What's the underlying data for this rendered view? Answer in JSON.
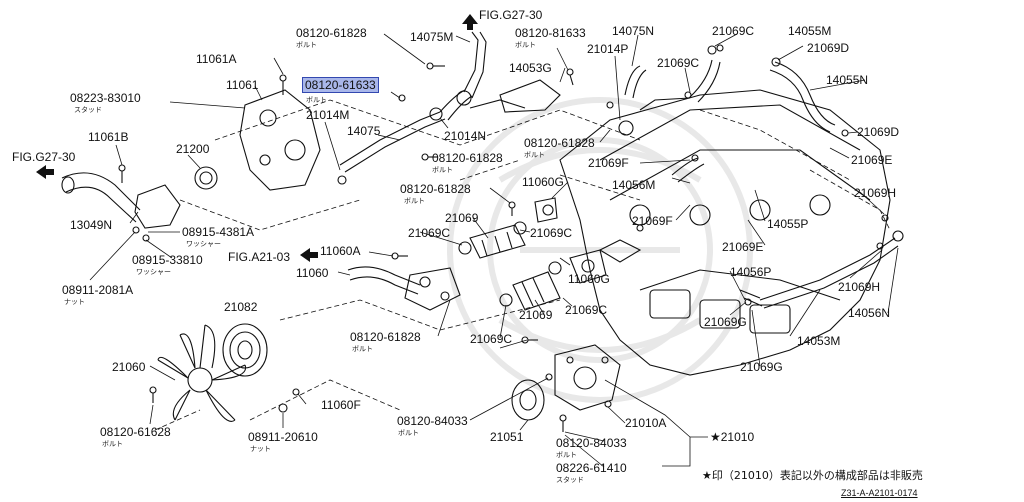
{
  "colors": {
    "line": "#111111",
    "highlight_fill": "#a9b7ea",
    "highlight_border": "#3348b0",
    "background": "#ffffff"
  },
  "labels": {
    "fig_g27_top": "FIG.G27-30",
    "fig_g27_left": "FIG.G27-30",
    "fig_a21": "FIG.A21-03",
    "p08120_61828_top": "08120-61828",
    "p08120_61828_top_sub": "ボルト",
    "p14075m": "14075M",
    "p08120_81633": "08120-81633",
    "p08120_81633_sub": "ボルト",
    "p14075n": "14075N",
    "p21069c_top": "21069C",
    "p14055m": "14055M",
    "p21069d": "21069D",
    "p11061a": "11061A",
    "p08120_61633": "08120-61633",
    "p08120_61633_sub": "ボルト",
    "p14053g": "14053G",
    "p21014p": "21014P",
    "p21069c_b": "21069C",
    "p14055n": "14055N",
    "p08223_83010": "08223-83010",
    "p08223_83010_sub": "スタッド",
    "p11061": "11061",
    "p21014m": "21014M",
    "p14075": "14075",
    "p21014n": "21014N",
    "p08120_61828_a": "08120-61828",
    "p08120_61828_a_sub": "ボルト",
    "p08120_61828_b": "08120-61828",
    "p08120_61828_b_sub": "ボルト",
    "p21069d_r": "21069D",
    "p11061b": "11061B",
    "p21200": "21200",
    "p21069f_a": "21069F",
    "p21069e_a": "21069E",
    "p14056m": "14056M",
    "p08120_61828_c": "08120-61828",
    "p08120_61828_c_sub": "ボルト",
    "p11060g_a": "11060G",
    "p21069h_a": "21069H",
    "p13049n": "13049N",
    "p21069_a": "21069",
    "p21069f_b": "21069F",
    "p14055p": "14055P",
    "p08915_4381a": "08915-4381A",
    "p08915_sub": "ワッシャー",
    "p21069c_c": "21069C",
    "p21069c_d": "21069C",
    "p21069e_b": "21069E",
    "p08915_33810": "08915-33810",
    "p08915_33810_sub": "ワッシャー",
    "p11060a": "11060A",
    "p11060": "11060",
    "p11060g_b": "11060G",
    "p14056p": "14056P",
    "p21069h_b": "21069H",
    "p08911_2081a": "08911-2081A",
    "p08911_2081a_sub": "ナット",
    "p21082": "21082",
    "p21069_b": "21069",
    "p21069c_e": "21069C",
    "p21069g_a": "21069G",
    "p14056n": "14056N",
    "p08120_61828_d": "08120-61828",
    "p08120_61828_d_sub": "ボルト",
    "p21069c_f": "21069C",
    "p14053m": "14053M",
    "p21060": "21060",
    "p21069g_b": "21069G",
    "p11060f": "11060F",
    "p08120_84033_a": "08120-84033",
    "p08120_84033_a_sub": "ボルト",
    "p21010a": "21010A",
    "p08120_61628": "08120-61628",
    "p08120_61628_sub": "ボルト",
    "p08911_20610": "08911-20610",
    "p08911_20610_sub": "ナット",
    "p21051": "21051",
    "p21010": "★21010",
    "p08120_84033_b": "08120-84033",
    "p08120_84033_b_sub": "ボルト",
    "p08226_61410": "08226-61410",
    "p08226_61410_sub": "スタッド",
    "footnote": "★印（21010）表記以外の構成部品は非販売",
    "drawing_code": "Z31-A-A2101-0174"
  }
}
